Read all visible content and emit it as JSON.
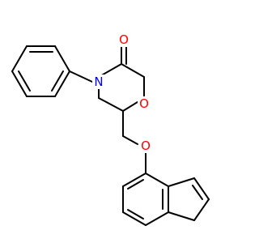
{
  "molecule": {
    "atoms": [
      {
        "id": "O_carbonyl",
        "element": "O",
        "label": "O",
        "color": "#ff0000"
      },
      {
        "id": "N_ring",
        "element": "N",
        "label": "N",
        "color": "#0000ff"
      },
      {
        "id": "O_ring",
        "element": "O",
        "label": "O",
        "color": "#ff0000"
      },
      {
        "id": "O_ether",
        "element": "O",
        "label": "O",
        "color": "#ff0000"
      }
    ],
    "bond_color": "#000000",
    "background": "#ffffff"
  }
}
